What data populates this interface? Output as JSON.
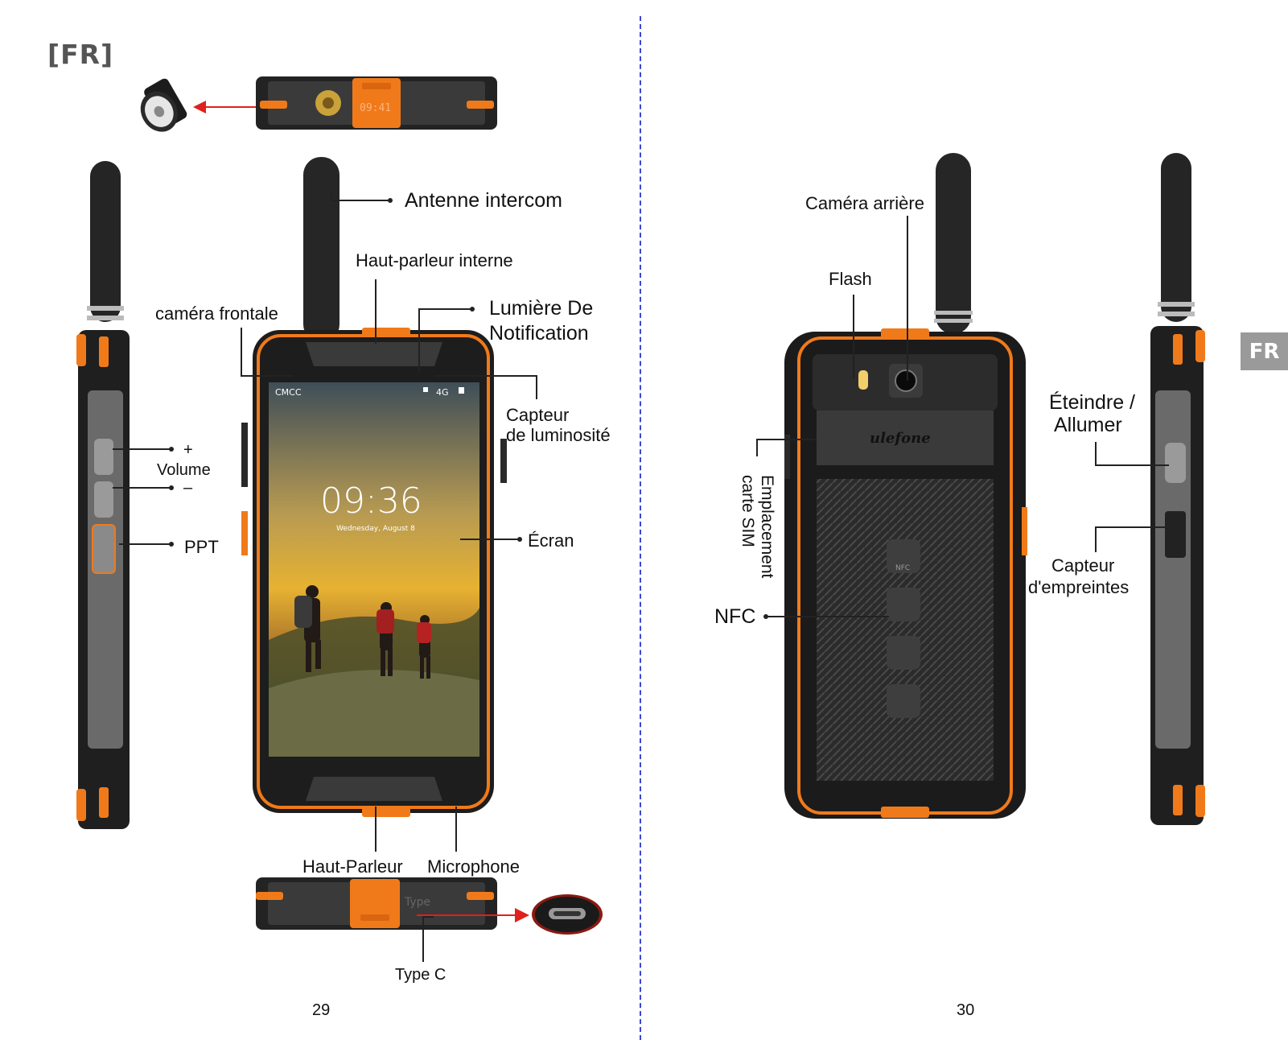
{
  "language_tag": "[FR]",
  "side_tab": "FR",
  "top_view": {
    "time_display": "09:41"
  },
  "front_phone": {
    "status_carrier": "CMCC",
    "status_network": "4G",
    "clock": "09:36",
    "date": "Wednesday, August 8"
  },
  "bottom_view": {
    "port_text": "Type"
  },
  "back_phone": {
    "brand": "ulefone",
    "nfc_icon": "NFC"
  },
  "labels": {
    "antenne": "Antenne intercom",
    "haut_parleur_interne": "Haut-parleur interne",
    "camera_frontale": "caméra frontale",
    "lumiere_1": "Lumière De",
    "lumiere_2": "Notification",
    "capteur_lum_1": "Capteur",
    "capteur_lum_2": "de luminosité",
    "plus": "+",
    "volume": "Volume",
    "minus": "–",
    "ppt": "PPT",
    "ecran": "Écran",
    "haut_parleur": "Haut-Parleur",
    "microphone": "Microphone",
    "type_c": "Type C",
    "camera_arriere": "Caméra arrière",
    "flash": "Flash",
    "emplacement_1": "Emplacement",
    "emplacement_2": "carte SIM",
    "nfc": "NFC",
    "eteindre_1": "Éteindre /",
    "eteindre_2": "Allumer",
    "capteur_emp_1": "Capteur",
    "capteur_emp_2": "d'empreintes"
  },
  "page_numbers": {
    "left": "29",
    "right": "30"
  },
  "colors": {
    "accent_orange": "#f07a1a",
    "body_dark": "#222222",
    "arrow_red": "#e0201c",
    "divider_blue": "#3c46d2",
    "tab_gray": "#9a9a9a"
  }
}
